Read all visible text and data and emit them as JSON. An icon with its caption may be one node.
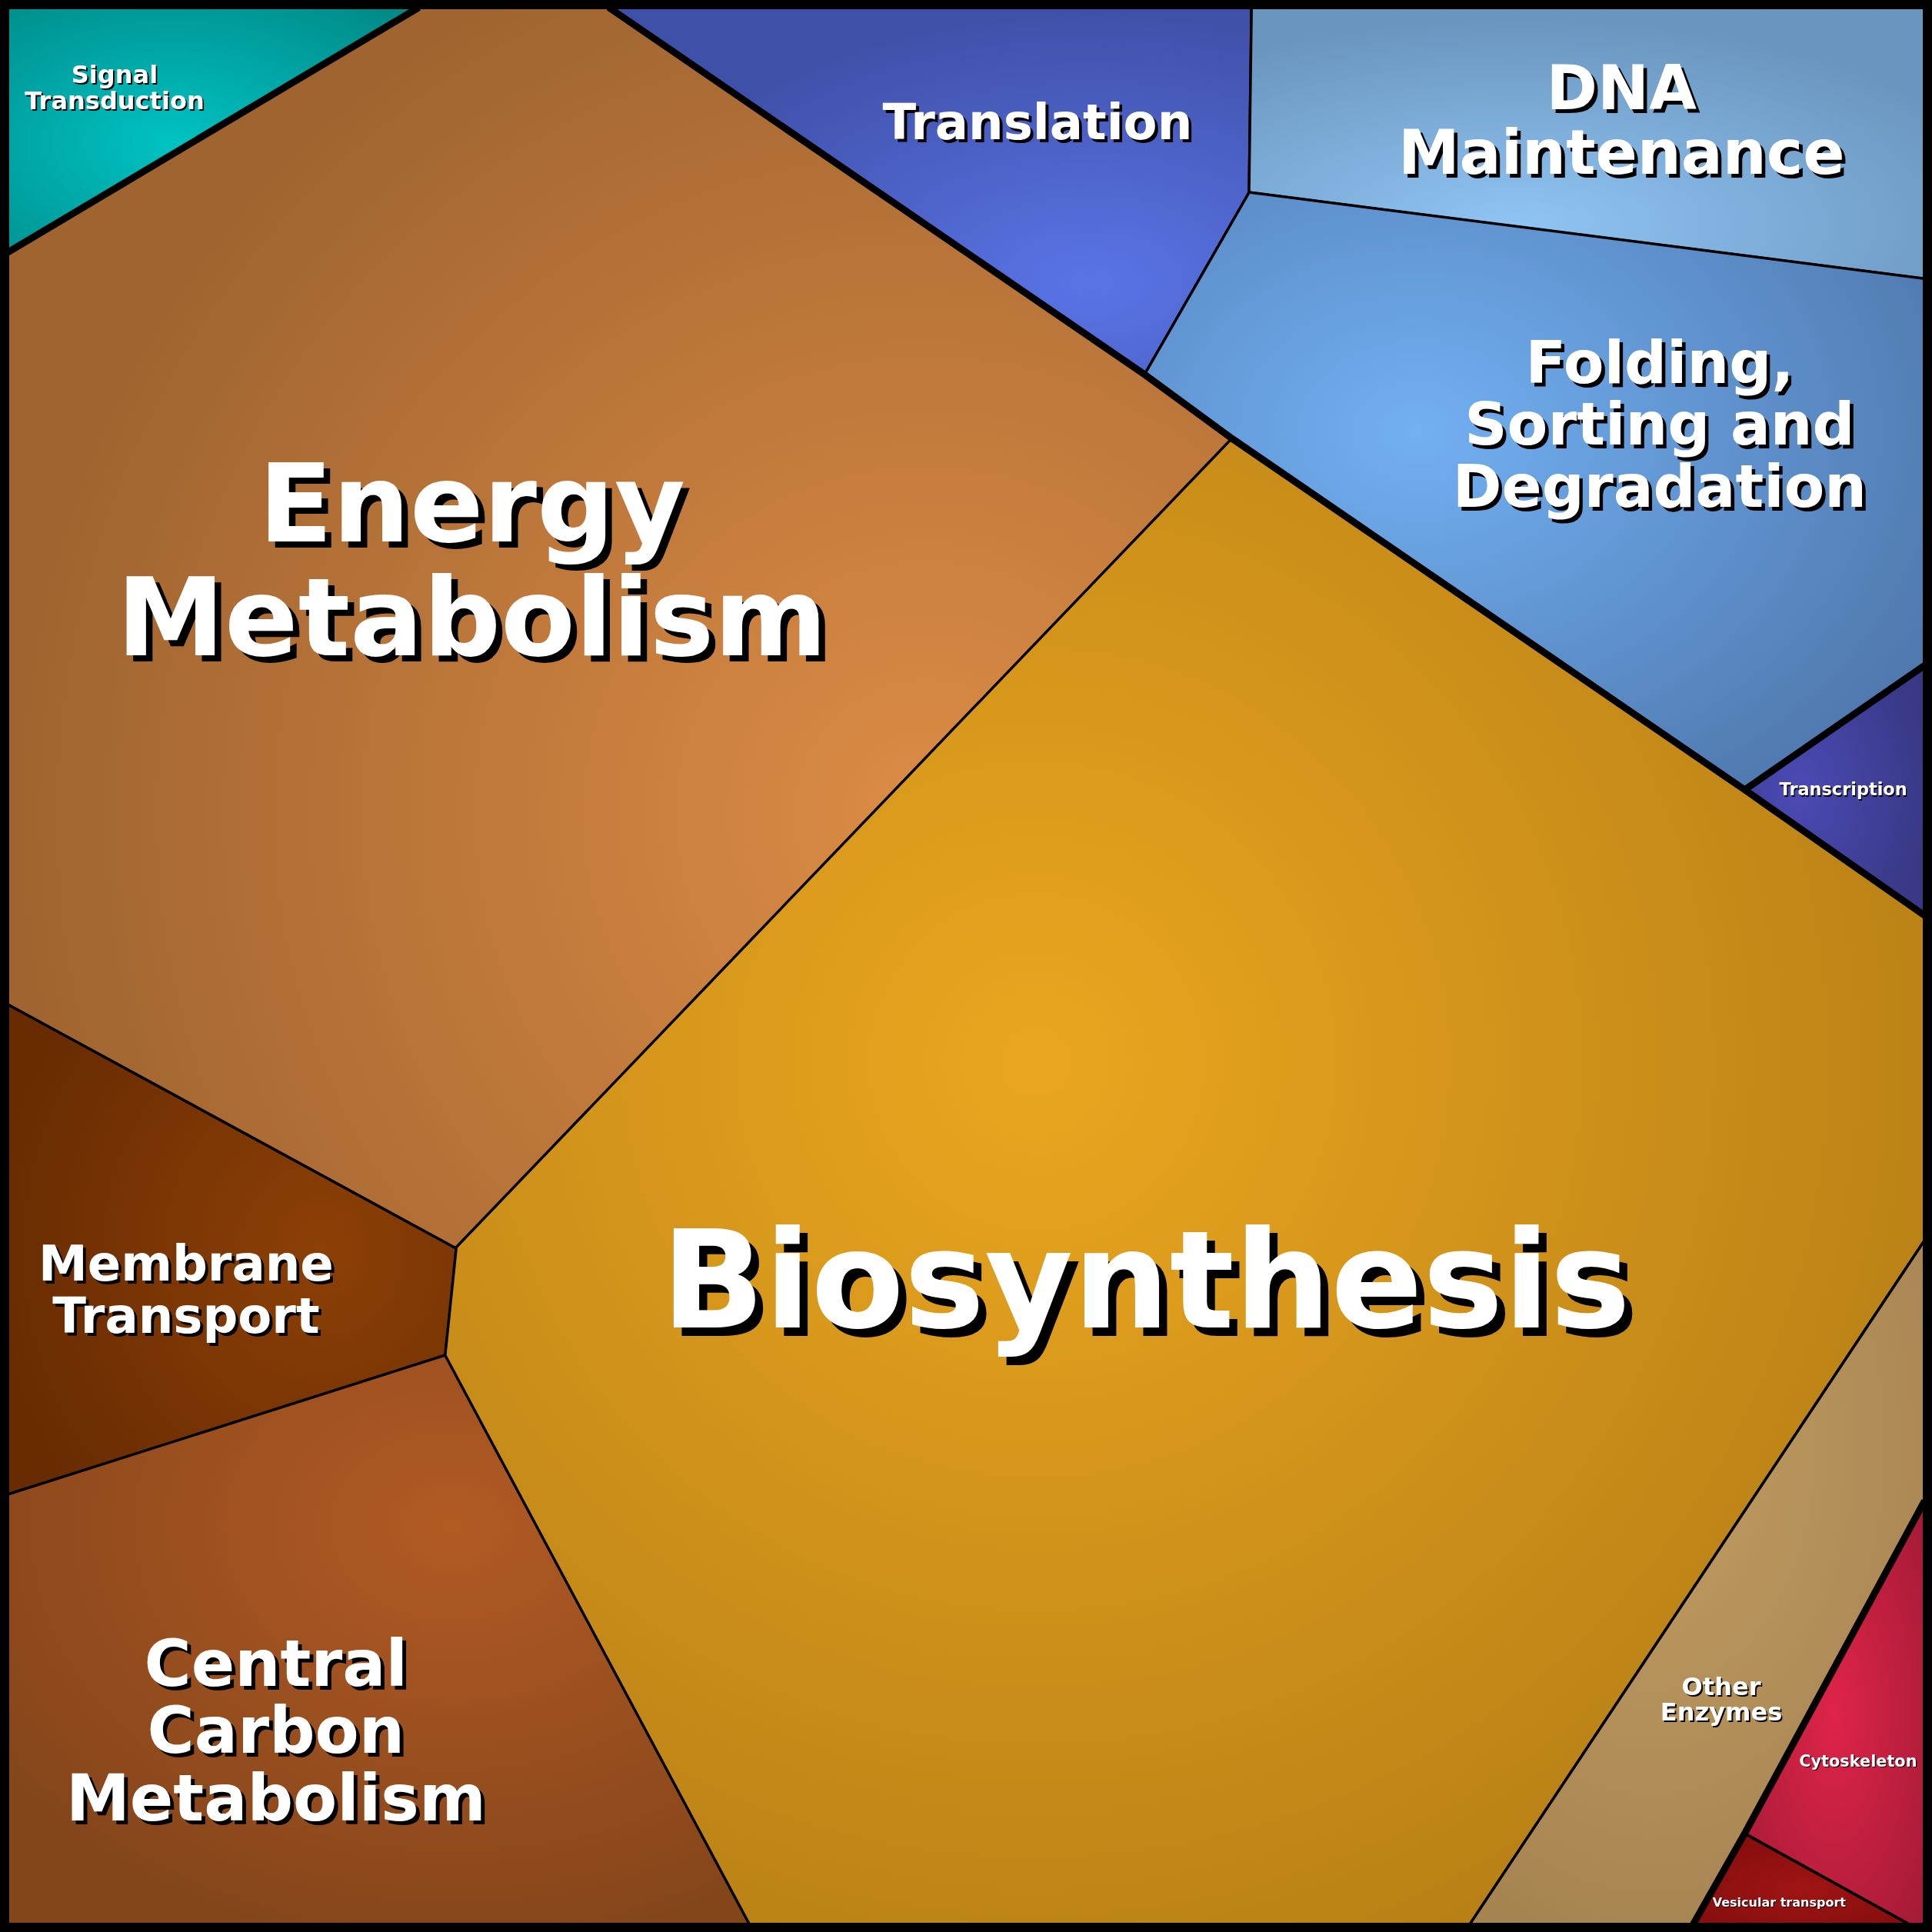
{
  "diagram": {
    "nodes": [
      {
        "text": [
          "Signal Transduction"
        ]
      },
      {
        "text": [
          "Energy Metabolism"
        ]
      },
      {
        "text": [
          "Translation"
        ]
      },
      {
        "text": [
          "DNA Maintenance"
        ]
      },
      {
        "text": [
          "Folding, Sorting and Degradation"
        ]
      },
      {
        "text": [
          "Transcription"
        ]
      },
      {
        "text": [
          "Biosynthesis"
        ]
      },
      {
        "text": [
          "Membrane Transport"
        ]
      },
      {
        "text": [
          "Central Carbon Metabolism"
        ]
      },
      {
        "text": [
          "Other Enzymes"
        ]
      },
      {
        "text": [
          "Cytoskeleton"
        ]
      },
      {
        "text": [
          "Vesicular transport"
        ]
      }
    ]
  }
}
